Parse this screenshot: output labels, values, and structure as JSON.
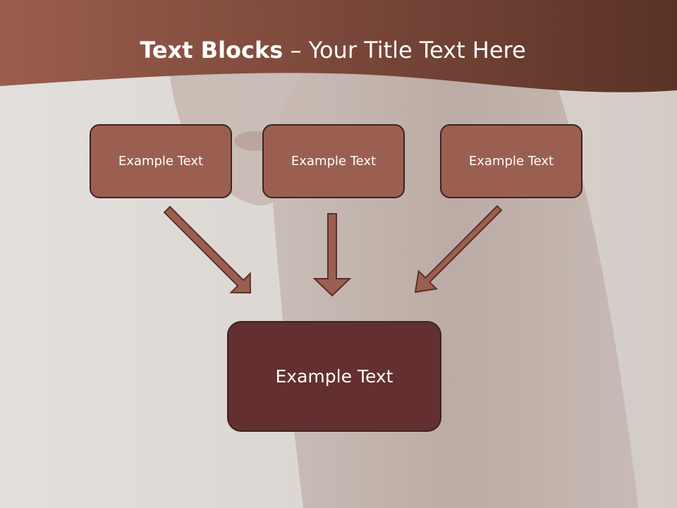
{
  "title": {
    "bold": "Text Blocks",
    "separator": " – ",
    "regular": "Your Title Text Here"
  },
  "blocks": {
    "left": "Example Text",
    "center": "Example Text",
    "right": "Example Text",
    "result": "Example Text"
  },
  "colors": {
    "header": "#8e5646",
    "box_fill": "#9b5f51",
    "main_box_fill": "#632f31",
    "box_border": "#3e2320",
    "arrow_fill": "#9b5f51",
    "arrow_stroke": "#5a302a"
  }
}
